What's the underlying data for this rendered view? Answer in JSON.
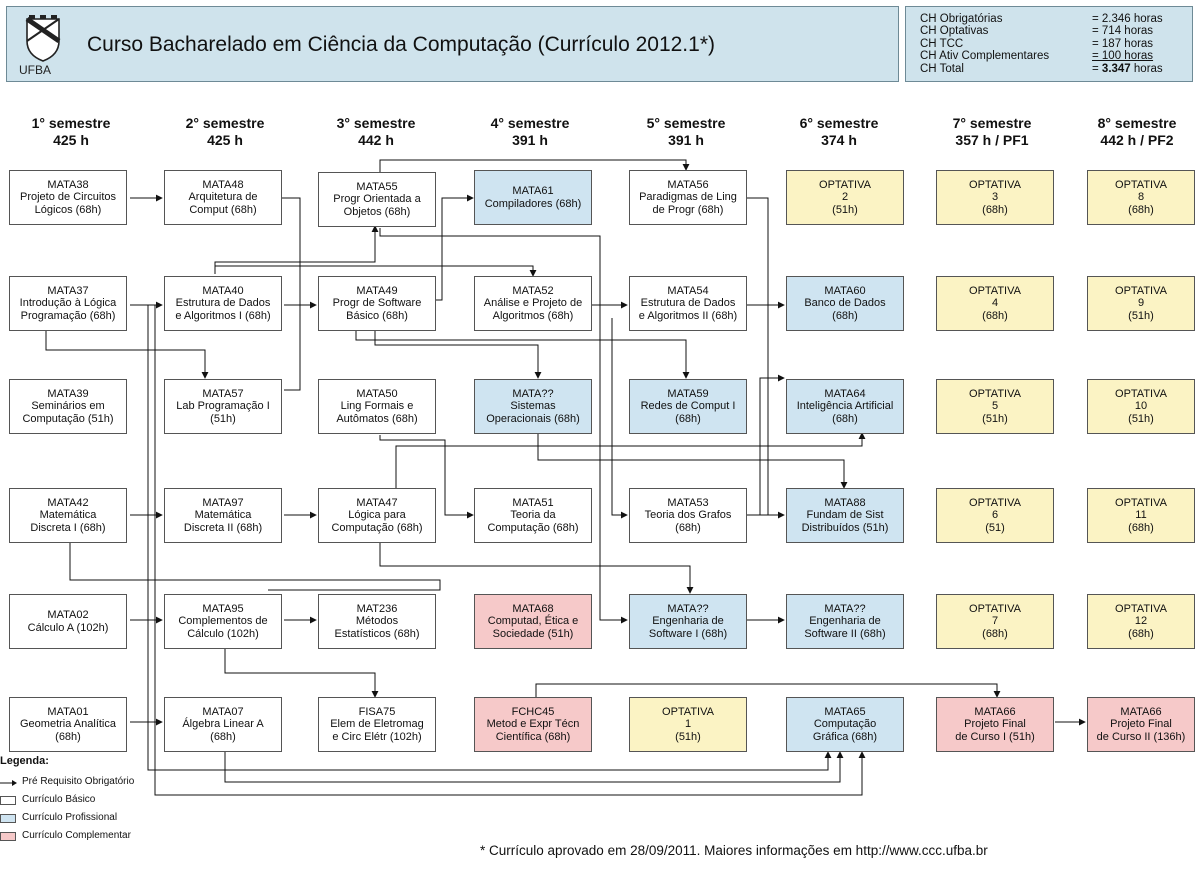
{
  "header": {
    "logo_text": "UFBA",
    "title": "Curso Bacharelado em Ciência da Computação (Currículo 2012.1*)"
  },
  "hours": [
    {
      "label": "CH Obrigatórias",
      "value": "= 2.346 horas"
    },
    {
      "label": "CH Optativas",
      "value": "=    714 horas"
    },
    {
      "label": "CH TCC",
      "value": "=    187 horas"
    },
    {
      "label": "CH Ativ Complementares",
      "value": "=    100 horas"
    },
    {
      "label": "CH Total",
      "prefix": "= ",
      "value_bold": "3.347",
      "suffix": " horas"
    }
  ],
  "semesters": [
    {
      "title": "1° semestre",
      "hours": "425 h"
    },
    {
      "title": "2° semestre",
      "hours": "425 h"
    },
    {
      "title": "3° semestre",
      "hours": "442 h"
    },
    {
      "title": "4° semestre",
      "hours": "391 h"
    },
    {
      "title": "5° semestre",
      "hours": "391 h"
    },
    {
      "title": "6° semestre",
      "hours": "374 h"
    },
    {
      "title": "7° semestre",
      "hours": "357 h / PF1"
    },
    {
      "title": "8° semestre",
      "hours": "442 h / PF2"
    }
  ],
  "courses": {
    "c1r1": [
      "MATA38",
      "Projeto de Circuitos",
      "Lógicos (68h)"
    ],
    "c1r2": [
      "MATA37",
      "Introdução à Lógica",
      "Programação (68h)"
    ],
    "c1r3": [
      "MATA39",
      "Seminários em",
      "Computação (51h)"
    ],
    "c1r4": [
      "MATA42",
      "Matemática",
      "Discreta I (68h)"
    ],
    "c1r5": [
      "MATA02",
      "Cálculo A (102h)"
    ],
    "c1r6": [
      "MATA01",
      "Geometria Analítica",
      "(68h)"
    ],
    "c2r1": [
      "MATA48",
      "Arquitetura de",
      "Comput (68h)"
    ],
    "c2r2": [
      "MATA40",
      "Estrutura de Dados",
      "e Algoritmos I (68h)"
    ],
    "c2r3": [
      "MATA57",
      "Lab Programação I",
      "(51h)"
    ],
    "c2r4": [
      "MATA97",
      "Matemática",
      "Discreta II (68h)"
    ],
    "c2r5": [
      "MATA95",
      "Complementos de",
      "Cálculo (102h)"
    ],
    "c2r6": [
      "MATA07",
      "Álgebra Linear A",
      "(68h)"
    ],
    "c3r1": [
      "MATA55",
      "Progr Orientada a",
      "Objetos (68h)"
    ],
    "c3r2": [
      "MATA49",
      "Progr de Software",
      "Básico (68h)"
    ],
    "c3r3": [
      "MATA50",
      "Ling Formais e",
      "Autômatos (68h)"
    ],
    "c3r4": [
      "MATA47",
      "Lógica para",
      "Computação (68h)"
    ],
    "c3r5": [
      "MAT236",
      "Métodos",
      "Estatísticos (68h)"
    ],
    "c3r6": [
      "FISA75",
      "Elem de Eletromag",
      "e Circ Elétr (102h)"
    ],
    "c4r1": [
      "MATA61",
      "Compiladores (68h)"
    ],
    "c4r2": [
      "MATA52",
      "Análise e Projeto de",
      "Algoritmos (68h)"
    ],
    "c4r3": [
      "MATA??",
      "Sistemas",
      "Operacionais (68h)"
    ],
    "c4r4": [
      "MATA51",
      "Teoria da",
      "Computação (68h)"
    ],
    "c4r5": [
      "MATA68",
      "Computad, Ética e",
      "Sociedade (51h)"
    ],
    "c4r6": [
      "FCHC45",
      "Metod e Expr Técn",
      "Científica (68h)"
    ],
    "c5r1": [
      "MATA56",
      "Paradigmas de Ling",
      "de Progr (68h)"
    ],
    "c5r2": [
      "MATA54",
      "Estrutura de Dados",
      "e Algoritmos II (68h)"
    ],
    "c5r3": [
      "MATA59",
      "Redes de Comput I",
      "(68h)"
    ],
    "c5r4": [
      "MATA53",
      "Teoria dos Grafos",
      "(68h)"
    ],
    "c5r5": [
      "MATA??",
      "Engenharia de",
      "Software I (68h)"
    ],
    "c5r6": [
      "OPTATIVA",
      "1",
      "(51h)"
    ],
    "c6r1": [
      "OPTATIVA",
      "2",
      "(51h)"
    ],
    "c6r2": [
      "MATA60",
      "Banco de Dados",
      "(68h)"
    ],
    "c6r3": [
      "MATA64",
      "Inteligência Artificial",
      "(68h)"
    ],
    "c6r4": [
      "MATA88",
      "Fundam de Sist",
      "Distribuídos (51h)"
    ],
    "c6r5": [
      "MATA??",
      "Engenharia de",
      "Software II (68h)"
    ],
    "c6r6": [
      "MATA65",
      "Computação",
      "Gráfica (68h)"
    ],
    "c7r1": [
      "OPTATIVA",
      "3",
      "(68h)"
    ],
    "c7r2": [
      "OPTATIVA",
      "4",
      "(68h)"
    ],
    "c7r3": [
      "OPTATIVA",
      "5",
      "(51h)"
    ],
    "c7r4": [
      "OPTATIVA",
      "6",
      "(51)"
    ],
    "c7r5": [
      "OPTATIVA",
      "7",
      "(68h)"
    ],
    "c7r6": [
      "MATA66",
      "Projeto Final",
      "de Curso I (51h)"
    ],
    "c8r1": [
      "OPTATIVA",
      "8",
      "(68h)"
    ],
    "c8r2": [
      "OPTATIVA",
      "9",
      "(51h)"
    ],
    "c8r3": [
      "OPTATIVA",
      "10",
      "(51h)"
    ],
    "c8r4": [
      "OPTATIVA",
      "11",
      "(68h)"
    ],
    "c8r5": [
      "OPTATIVA",
      "12",
      "(68h)"
    ],
    "c8r6": [
      "MATA66",
      "Projeto Final",
      "de Curso II (136h)"
    ]
  },
  "legend": {
    "title": "Legenda:",
    "items": [
      {
        "label": "Pré Requisito Obrigatório"
      },
      {
        "label": "Currículo Básico",
        "color": "#ffffff"
      },
      {
        "label": "Currículo Profissional",
        "color": "#cfe4f1"
      },
      {
        "label": "Currículo Complementar",
        "color": "#f6c9c9"
      }
    ]
  },
  "footnote": "* Currículo aprovado em 28/09/2011.  Maiores informações em http://www.ccc.ufba.br"
}
